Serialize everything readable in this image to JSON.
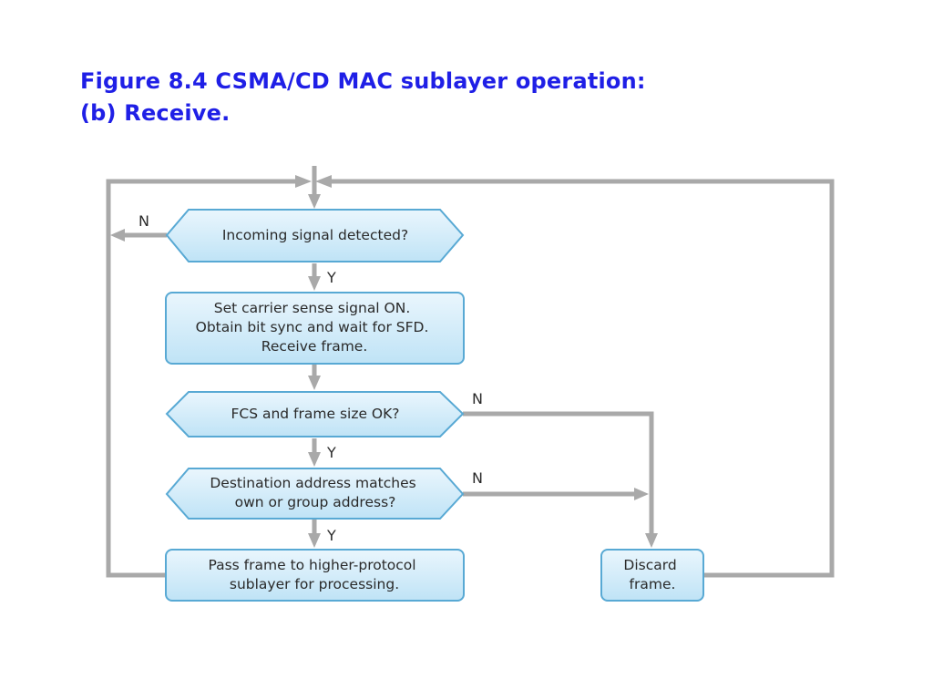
{
  "title": {
    "line1": "Figure 8.4 CSMA/CD MAC sublayer operation:",
    "line2": "(b) Receive."
  },
  "nodes": {
    "incoming": {
      "lines": [
        "Incoming signal detected?"
      ]
    },
    "carrier": {
      "lines": [
        "Set carrier sense signal ON.",
        "Obtain bit sync and wait for SFD.",
        "Receive frame."
      ]
    },
    "fcs": {
      "lines": [
        "FCS and frame size OK?"
      ]
    },
    "dest": {
      "lines": [
        "Destination address matches",
        "own or group address?"
      ]
    },
    "pass": {
      "lines": [
        "Pass frame to higher-protocol",
        "sublayer for processing."
      ]
    },
    "discard": {
      "lines": [
        "Discard",
        "frame."
      ]
    }
  },
  "labels": {
    "incoming_no": "N",
    "incoming_yes": "Y",
    "fcs_no": "N",
    "fcs_yes": "Y",
    "dest_no": "N",
    "dest_yes": "Y"
  },
  "colors": {
    "title": "#1f1fe6",
    "line": "#a9a9a9",
    "node_border": "#58a9d4",
    "node_fill_top": "#eaf6fd",
    "node_fill_bottom": "#bfe3f6"
  }
}
